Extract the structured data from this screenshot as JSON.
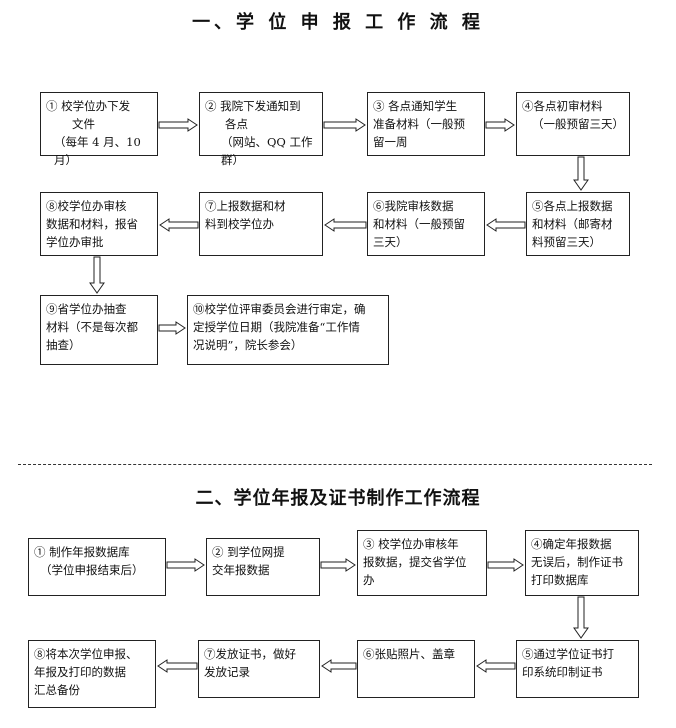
{
  "section1": {
    "title": "一、学 位 申 报 工 作 流 程",
    "steps": [
      {
        "lines": [
          "①  校学位办下发",
          "文件",
          "（每年 4 月、10 月）"
        ]
      },
      {
        "lines": [
          "②  我院下发通知到",
          "各点",
          "（网站、QQ 工作群）"
        ]
      },
      {
        "lines": [
          "③  各点通知学生",
          "准备材料（一般预",
          "留一周"
        ]
      },
      {
        "lines": [
          "④各点初审材料",
          "（一般预留三天）"
        ]
      },
      {
        "lines": [
          "⑤各点上报数据",
          "和材料（邮寄材",
          "料预留三天）"
        ]
      },
      {
        "lines": [
          "⑥我院审核数据",
          "和材料（一般预留",
          "三天）"
        ]
      },
      {
        "lines": [
          "⑦上报数据和材",
          "料到校学位办"
        ]
      },
      {
        "lines": [
          "⑧校学位办审核",
          "数据和材料，报省",
          "学位办审批"
        ]
      },
      {
        "lines": [
          "⑨省学位办抽查",
          "材料（不是每次都",
          "抽查）"
        ]
      },
      {
        "lines": [
          "⑩校学位评审委员会进行审定，确",
          "定授学位日期（我院准备“工作情",
          "况说明”，院长参会）"
        ]
      }
    ]
  },
  "section2": {
    "title": "二、学位年报及证书制作工作流程",
    "steps": [
      {
        "lines": [
          "①  制作年报数据库",
          "（学位申报结束后）"
        ]
      },
      {
        "lines": [
          "②  到学位网提",
          "交年报数据"
        ]
      },
      {
        "lines": [
          "③  校学位办审核年",
          "报数据，提交省学位",
          "办"
        ]
      },
      {
        "lines": [
          "④确定年报数据",
          "无误后，制作证书",
          "打印数据库"
        ]
      },
      {
        "lines": [
          "⑤通过学位证书打",
          "印系统印制证书"
        ]
      },
      {
        "lines": [
          "⑥张贴照片、盖章"
        ]
      },
      {
        "lines": [
          "⑦发放证书，做好",
          "发放记录"
        ]
      },
      {
        "lines": [
          "⑧将本次学位申报、",
          "年报及打印的数据",
          "汇总备份"
        ]
      }
    ]
  }
}
